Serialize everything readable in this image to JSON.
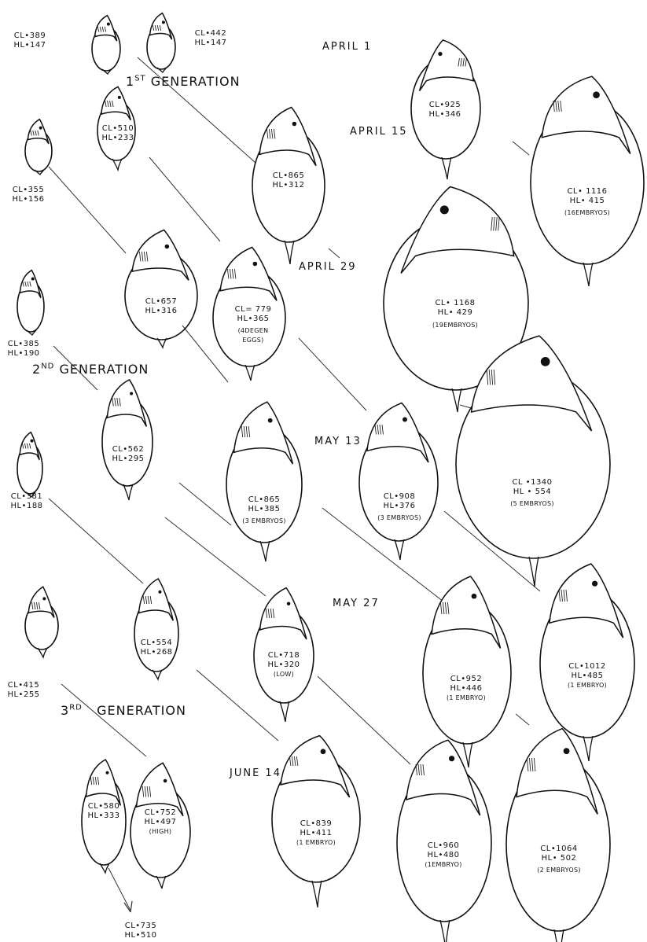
{
  "dates": {
    "april1": "APRIL 1",
    "april15": "APRIL 15",
    "april29": "APRIL 29",
    "may13": "MAY 13",
    "may27": "MAY 27",
    "june14": "JUNE 14"
  },
  "generations": {
    "g1": {
      "num": "1",
      "sup": "ST",
      "word": "GENERATION"
    },
    "g2": {
      "num": "2",
      "sup": "ND",
      "word": "GENERATION"
    },
    "g3": {
      "num": "3",
      "sup": "RD",
      "word": "GENERATION"
    }
  },
  "specimens": {
    "s1": {
      "cl": "CL•389",
      "hl": "HL•147"
    },
    "s2": {
      "cl": "CL•442",
      "hl": "HL•147"
    },
    "s3": {
      "cl": "CL•925",
      "hl": "HL•346"
    },
    "s4": {
      "cl": "CL•355",
      "hl": "HL•156"
    },
    "s5": {
      "cl": "CL•510",
      "hl": "HL•233"
    },
    "s6": {
      "cl": "CL•865",
      "hl": "HL•312"
    },
    "s7": {
      "cl": "CL• 1116",
      "hl": "HL• 415",
      "note": "(16EMBRYOS)"
    },
    "s8": {
      "cl": "CL•385",
      "hl": "HL•190"
    },
    "s9": {
      "cl": "CL•657",
      "hl": "HL•316"
    },
    "s10": {
      "cl": "CL= 779",
      "hl": "HL•365",
      "note": "(4DEGEN",
      "note2": "EGGS)"
    },
    "s11": {
      "cl": "CL• 1168",
      "hl": "HL• 429",
      "note": "(19EMBRYOS)"
    },
    "s12": {
      "cl": "CL•381",
      "hl": "HL•188"
    },
    "s13": {
      "cl": "CL•562",
      "hl": "HL•295"
    },
    "s14": {
      "cl": "CL•865",
      "hl": "HL•385",
      "note": "(3 EMBRYOS)"
    },
    "s15": {
      "cl": "CL•908",
      "hl": "HL•376",
      "note": "(3 EMBRYOS)"
    },
    "s16": {
      "cl": "CL •1340",
      "hl": "HL • 554",
      "note": "(5 EMBRYOS)"
    },
    "s17": {
      "cl": "CL•415",
      "hl": "HL•255"
    },
    "s18": {
      "cl": "CL•554",
      "hl": "HL•268"
    },
    "s19": {
      "cl": "CL•718",
      "hl": "HL•320",
      "note": "(LOW)"
    },
    "s20": {
      "cl": "CL•952",
      "hl": "HL•446",
      "note": "(1 EMBRYO)"
    },
    "s21": {
      "cl": "CL•1012",
      "hl": "HL•485",
      "note": "(1 EMBRYO)"
    },
    "s22": {
      "cl": "CL•580",
      "hl": "HL•333"
    },
    "s23": {
      "cl": "CL•752",
      "hl": "HL•497",
      "note": "(HIGH)"
    },
    "s24": {
      "cl": "CL•839",
      "hl": "HL•411",
      "note": "(1 EMBRYO)"
    },
    "s25": {
      "cl": "CL•960",
      "hl": "HL•480",
      "note": "(1EMBRYO)"
    },
    "s26": {
      "cl": "CL•1064",
      "hl": "HL• 502",
      "note": "(2 EMBRYOS)"
    },
    "s27": {
      "cl": "CL•735",
      "hl": "HL•510"
    }
  }
}
